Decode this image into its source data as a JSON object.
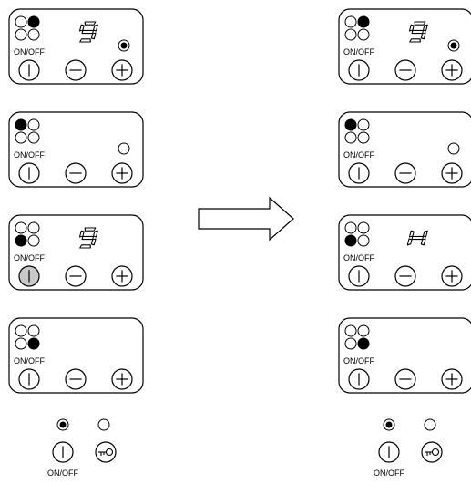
{
  "labels": {
    "onoff": "ON/OFF"
  },
  "colors": {
    "stroke": "#000000",
    "background": "#ffffff",
    "pressed_fill": "#c8c8c8"
  },
  "icons": {
    "power": "power-icon",
    "minus": "minus-icon",
    "plus": "plus-icon",
    "key": "key-lock-icon",
    "display": "seven-segment-display",
    "arrow": "right-arrow"
  },
  "left_column": {
    "panels": [
      {
        "active_zone": "top-right",
        "display": "9",
        "indicator": "filled",
        "onoff_pressed": false
      },
      {
        "active_zone": "top-left",
        "display": "",
        "indicator": "empty",
        "onoff_pressed": false
      },
      {
        "active_zone": "bottom-left",
        "display": "9",
        "indicator": "none",
        "onoff_pressed": true
      },
      {
        "active_zone": "bottom-right",
        "display": "",
        "indicator": "none",
        "onoff_pressed": false
      }
    ],
    "bottom_controls": {
      "onoff_led": "filled",
      "lock_led": "empty"
    }
  },
  "right_column": {
    "panels": [
      {
        "active_zone": "top-right",
        "display": "9",
        "indicator": "filled",
        "onoff_pressed": false
      },
      {
        "active_zone": "top-left",
        "display": "",
        "indicator": "empty",
        "onoff_pressed": false
      },
      {
        "active_zone": "bottom-left",
        "display": "H",
        "indicator": "none",
        "onoff_pressed": false
      },
      {
        "active_zone": "bottom-right",
        "display": "",
        "indicator": "none",
        "onoff_pressed": false
      }
    ],
    "bottom_controls": {
      "onoff_led": "filled",
      "lock_led": "empty"
    }
  }
}
